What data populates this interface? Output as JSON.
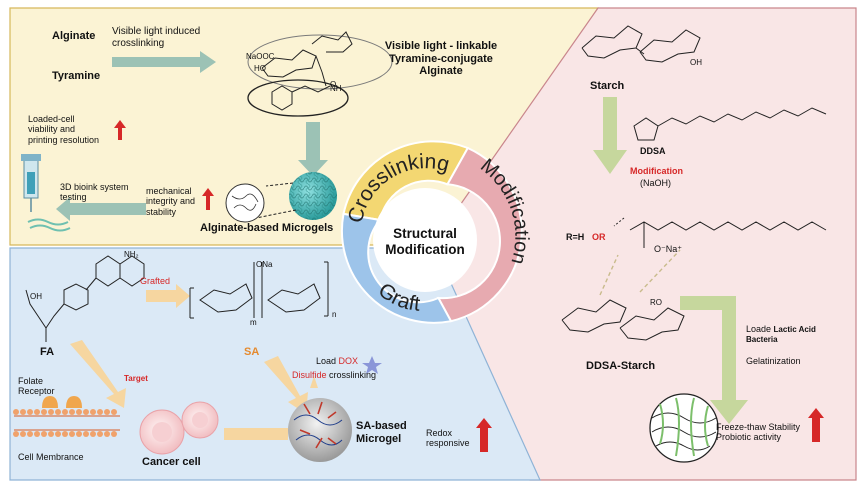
{
  "hub": {
    "line1": "Structural",
    "line2": "Modification"
  },
  "sectors": {
    "crosslinking": "Crosslinking",
    "modification": "Modification",
    "graft": "Graft"
  },
  "crosslink_panel": {
    "alginate": "Alginate",
    "tyramine": "Tyramine",
    "light_step": "Visible light induced\ncrosslinking",
    "product": "Visible light - linkable\nTyramine-conjugate\nAlginate",
    "naooc": "NaOOC",
    "ho": "HO",
    "o": "O",
    "nh": "NH",
    "loaded_cell": "Loaded-cell\nviability and\nprinting resolution",
    "bioink": "3D bioink system\ntesting",
    "mechanical": "mechanical\nintegrity and\nstability",
    "microgels": "Alginate-based Microgels"
  },
  "modification_panel": {
    "starch": "Starch",
    "ddsa": "DDSA",
    "modification": "Modification",
    "naoh": "(NaOH)",
    "r_eq_h": "R=H",
    "or": "OR",
    "na_plus": "O⁻Na⁺",
    "ddsa_starch": "DDSA-Starch",
    "ro": "RO",
    "oh": "OH",
    "loade_prefix": "Loade ",
    "lab": "Lactic Acid\nBacteria",
    "gelatinization": "Gelatinization",
    "outcomes": "Freeze-thaw Stability\nProbiotic activity"
  },
  "graft_panel": {
    "fa": "FA",
    "grafted": "Grafted",
    "sa": "SA",
    "target": "Target",
    "load_prefix": "Load ",
    "dox": "DOX",
    "disulfide": "Disulfide",
    "crosslinking_word": " crosslinking",
    "folate": "Folate\nReceptor",
    "membrane": "Cell Membrance",
    "cancer": "Cancer cell",
    "sa_microgel": "SA-based\nMicrogel",
    "redox": "Redox\nresponsive",
    "oona": "ONa",
    "subscript_m": "m",
    "subscript_n": "n",
    "nh2": "NH₂",
    "cooh": "OH"
  },
  "colors": {
    "yellow_panel": "#fbf3d4",
    "yellow_border": "#d6b85a",
    "pink_panel": "#f9e6e6",
    "pink_border": "#c9868c",
    "blue_panel": "#dbe9f6",
    "blue_border": "#8fb3d6",
    "crosslink_sector": "#f3d772",
    "modification_sector": "#e7aab0",
    "graft_sector": "#9dc4ea",
    "teal_arrow": "#9cc2b5",
    "green_arrow": "#c6d79d",
    "peach_arrow": "#f6d6a0",
    "accent_red": "#d62828"
  }
}
